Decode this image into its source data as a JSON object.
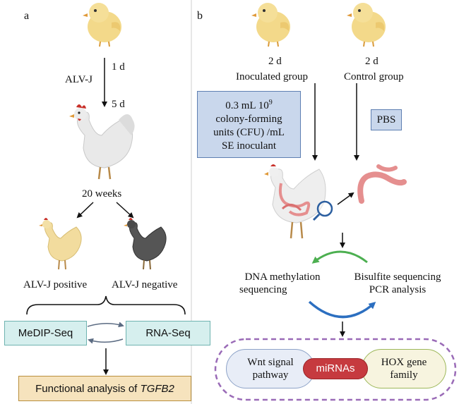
{
  "panel_a": {
    "label": "a",
    "day1": "1 d",
    "virus": "ALV-J",
    "day5": "5 d",
    "age": "20 weeks",
    "positive": "ALV-J positive",
    "negative": "ALV-J negative",
    "medip": "MeDIP-Seq",
    "rnaseq": "RNA-Seq",
    "functional_prefix": "Functional analysis of ",
    "functional_gene": "TGFB2"
  },
  "panel_b": {
    "label": "b",
    "inoc_day": "2 d",
    "inoc_group": "Inoculated group",
    "ctrl_day": "2 d",
    "ctrl_group": "Control group",
    "inoculant_line1": "0.3 mL 10",
    "inoculant_sup": "9",
    "inoculant_line2": "colony-forming",
    "inoculant_line3": "units (CFU) /mL",
    "inoculant_line4": "SE inoculant",
    "pbs": "PBS",
    "dna_meth_line1": "DNA methylation",
    "dna_meth_line2": "sequencing",
    "bisulfite_line1": "Bisulfite sequencing",
    "bisulfite_line2": "PCR analysis",
    "wnt_line1": "Wnt signal",
    "wnt_line2": "pathway",
    "mirnas": "miRNAs",
    "hox_line1": "HOX gene",
    "hox_line2": "family"
  },
  "colors": {
    "chick": "#f3d98a",
    "hen_white": "#e9e9e9",
    "hen_yellow": "#f2dc9e",
    "hen_black": "#555555",
    "comb": "#c8312a",
    "teal_box": "#d6efee",
    "blue_box": "#c9d7ec",
    "tan_box": "#f6e3bd",
    "mirna_pill": "#c63a3f",
    "dashed_border": "#9a6bb7",
    "green_arrow": "#4caf50",
    "blue_arrow": "#2c6fc0",
    "intestine": "#e58f8f"
  }
}
